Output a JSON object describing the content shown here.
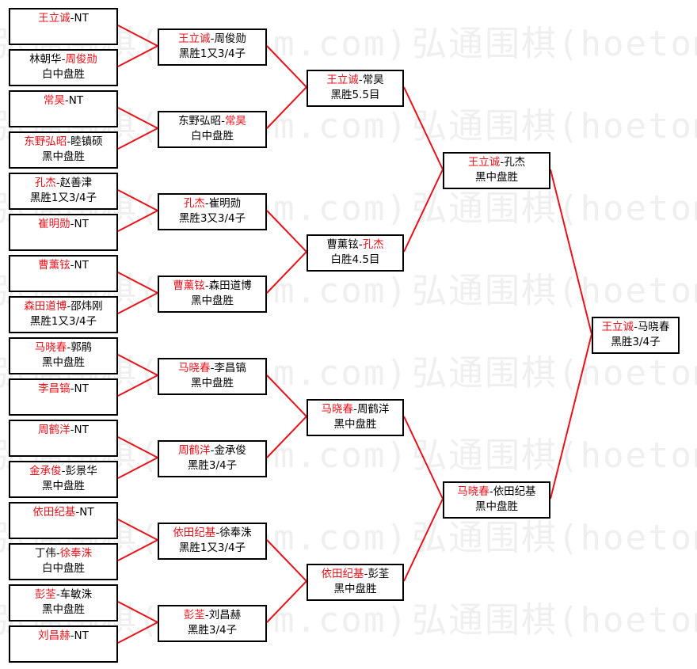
{
  "watermark": "弘通围棋(hoetom.com)",
  "colors": {
    "winner": "#e8121b",
    "line": "#e8121b",
    "border": "#000000"
  },
  "rounds": [
    [
      {
        "p1": "王立诚",
        "p2": "NT",
        "winner": 0,
        "result": ""
      },
      {
        "p1": "林朝华",
        "p2": "周俊勋",
        "winner": 1,
        "result": "白中盘胜"
      },
      {
        "p1": "常昊",
        "p2": "NT",
        "winner": 0,
        "result": ""
      },
      {
        "p1": "东野弘昭",
        "p2": "睦镇硕",
        "winner": 0,
        "result": "黑中盘胜"
      },
      {
        "p1": "孔杰",
        "p2": "赵善津",
        "winner": 0,
        "result": "黑胜1又3/4子"
      },
      {
        "p1": "崔明勋",
        "p2": "NT",
        "winner": 0,
        "result": ""
      },
      {
        "p1": "曹薰铉",
        "p2": "NT",
        "winner": 0,
        "result": ""
      },
      {
        "p1": "森田道博",
        "p2": "邵炜刚",
        "winner": 0,
        "result": "黑胜1又3/4子"
      },
      {
        "p1": "马晓春",
        "p2": "郭鹃",
        "winner": 0,
        "result": "黑中盘胜"
      },
      {
        "p1": "李昌镐",
        "p2": "NT",
        "winner": 0,
        "result": ""
      },
      {
        "p1": "周鹤洋",
        "p2": "NT",
        "winner": 0,
        "result": ""
      },
      {
        "p1": "金承俊",
        "p2": "彭景华",
        "winner": 0,
        "result": "黑中盘胜"
      },
      {
        "p1": "依田纪基",
        "p2": "NT",
        "winner": 0,
        "result": ""
      },
      {
        "p1": "丁伟",
        "p2": "徐奉洙",
        "winner": 1,
        "result": "白中盘胜"
      },
      {
        "p1": "彭荃",
        "p2": "车敏洙",
        "winner": 0,
        "result": "黑中盘胜"
      },
      {
        "p1": "刘昌赫",
        "p2": "NT",
        "winner": 0,
        "result": ""
      }
    ],
    [
      {
        "p1": "王立诚",
        "p2": "周俊勋",
        "winner": 0,
        "result": "黑胜1又3/4子"
      },
      {
        "p1": "东野弘昭",
        "p2": "常昊",
        "winner": 1,
        "result": "白中盘胜"
      },
      {
        "p1": "孔杰",
        "p2": "崔明勋",
        "winner": 0,
        "result": "黑胜3又3/4子"
      },
      {
        "p1": "曹薰铉",
        "p2": "森田道博",
        "winner": 0,
        "result": "黑中盘胜"
      },
      {
        "p1": "马晓春",
        "p2": "李昌镐",
        "winner": 0,
        "result": "黑中盘胜"
      },
      {
        "p1": "周鹤洋",
        "p2": "金承俊",
        "winner": 0,
        "result": "黑胜3/4子"
      },
      {
        "p1": "依田纪基",
        "p2": "徐奉洙",
        "winner": 0,
        "result": "黑胜1又3/4子"
      },
      {
        "p1": "彭荃",
        "p2": "刘昌赫",
        "winner": 0,
        "result": "黑胜3/4子"
      }
    ],
    [
      {
        "p1": "王立诚",
        "p2": "常昊",
        "winner": 0,
        "result": "黑胜5.5目"
      },
      {
        "p1": "曹薰铉",
        "p2": "孔杰",
        "winner": 1,
        "result": "白胜4.5目"
      },
      {
        "p1": "马晓春",
        "p2": "周鹤洋",
        "winner": 0,
        "result": "黑中盘胜"
      },
      {
        "p1": "依田纪基",
        "p2": "彭荃",
        "winner": 0,
        "result": "黑中盘胜"
      }
    ],
    [
      {
        "p1": "王立诚",
        "p2": "孔杰",
        "winner": 0,
        "result": "黑中盘胜"
      },
      {
        "p1": "马晓春",
        "p2": "依田纪基",
        "winner": 0,
        "result": "黑中盘胜"
      }
    ],
    [
      {
        "p1": "王立诚",
        "p2": "马晓春",
        "winner": 0,
        "result": "黑胜3/4子"
      }
    ]
  ]
}
